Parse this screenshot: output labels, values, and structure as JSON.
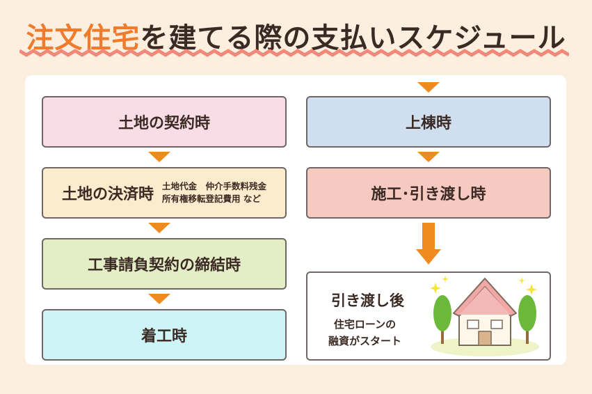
{
  "title": {
    "accent": "注文住宅",
    "rest": "を建てる際の支払いスケジュール"
  },
  "steps_left": [
    {
      "label": "土地の契約時",
      "color": "#f9dde6"
    },
    {
      "label": "土地の決済時",
      "color": "#faeccd",
      "note_line1": "土地代金　仲介手数料残金",
      "note_line2": "所有権移転登記費用 など"
    },
    {
      "label": "工事請負契約の締結時",
      "color": "#e3eec7"
    },
    {
      "label": "着工時",
      "color": "#cdf4f7"
    }
  ],
  "steps_right": [
    {
      "label": "上棟時",
      "color": "#cfdff0"
    },
    {
      "label": "施工･引き渡し時",
      "color": "#f6c9c1"
    }
  ],
  "final": {
    "title": "引き渡し後",
    "desc_line1": "住宅ローンの",
    "desc_line2": "融資がスタート"
  },
  "colors": {
    "arrow": "#ef8a1e",
    "accent": "#ef7b2d",
    "border": "#6f6764"
  }
}
